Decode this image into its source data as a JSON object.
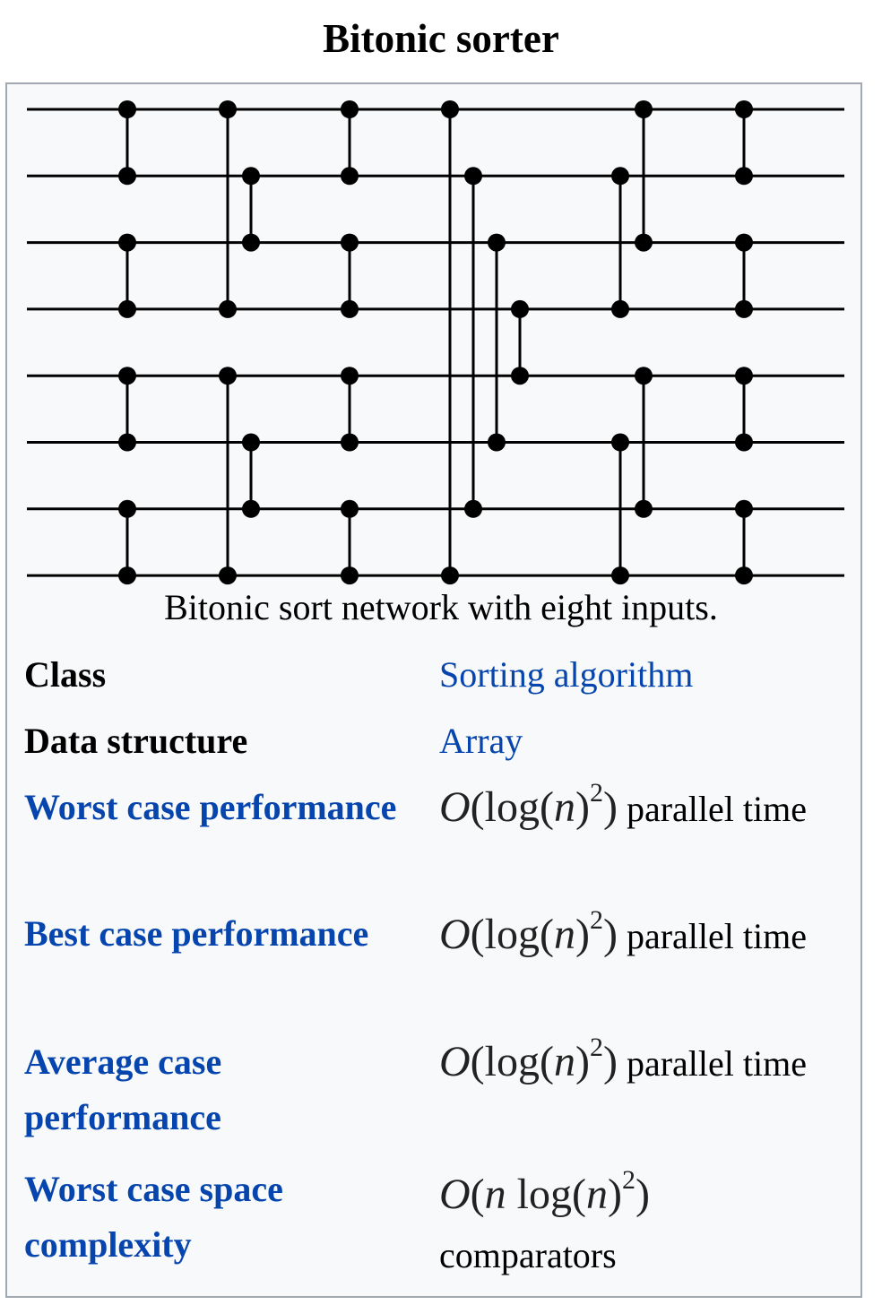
{
  "infobox": {
    "title": "Bitonic sorter",
    "caption": "Bitonic sort network with eight inputs.",
    "rows": [
      {
        "label": "Class",
        "value": "Sorting algorithm"
      },
      {
        "label": "Data structure",
        "value": "Array"
      },
      {
        "label": "Worst case performance",
        "formula": "O(log(n)2)",
        "suffix": "parallel time"
      },
      {
        "label": "Best case performance",
        "formula": "O(log(n)2)",
        "suffix": "parallel time"
      },
      {
        "label": "Average case performance",
        "formula": "O(log(n)2)",
        "suffix": "parallel time"
      },
      {
        "label": "Worst case space complexity",
        "formula": "O(n log(n)2)",
        "suffix": "comparators"
      }
    ]
  },
  "network": {
    "wires": 8,
    "comparators": [
      [
        0,
        1
      ],
      [
        2,
        3
      ],
      [
        4,
        5
      ],
      [
        6,
        7
      ],
      [
        0,
        3
      ],
      [
        1,
        2
      ],
      [
        4,
        7
      ],
      [
        5,
        6
      ],
      [
        0,
        1
      ],
      [
        2,
        3
      ],
      [
        4,
        5
      ],
      [
        6,
        7
      ],
      [
        0,
        7
      ],
      [
        1,
        6
      ],
      [
        2,
        5
      ],
      [
        3,
        4
      ],
      [
        1,
        3
      ],
      [
        0,
        2
      ],
      [
        5,
        7
      ],
      [
        4,
        6
      ],
      [
        0,
        1
      ],
      [
        2,
        3
      ],
      [
        4,
        5
      ],
      [
        6,
        7
      ]
    ]
  },
  "colors": {
    "link": "#0645ad",
    "box_bg": "#f8f9fa",
    "box_border": "#a2a9b1"
  }
}
